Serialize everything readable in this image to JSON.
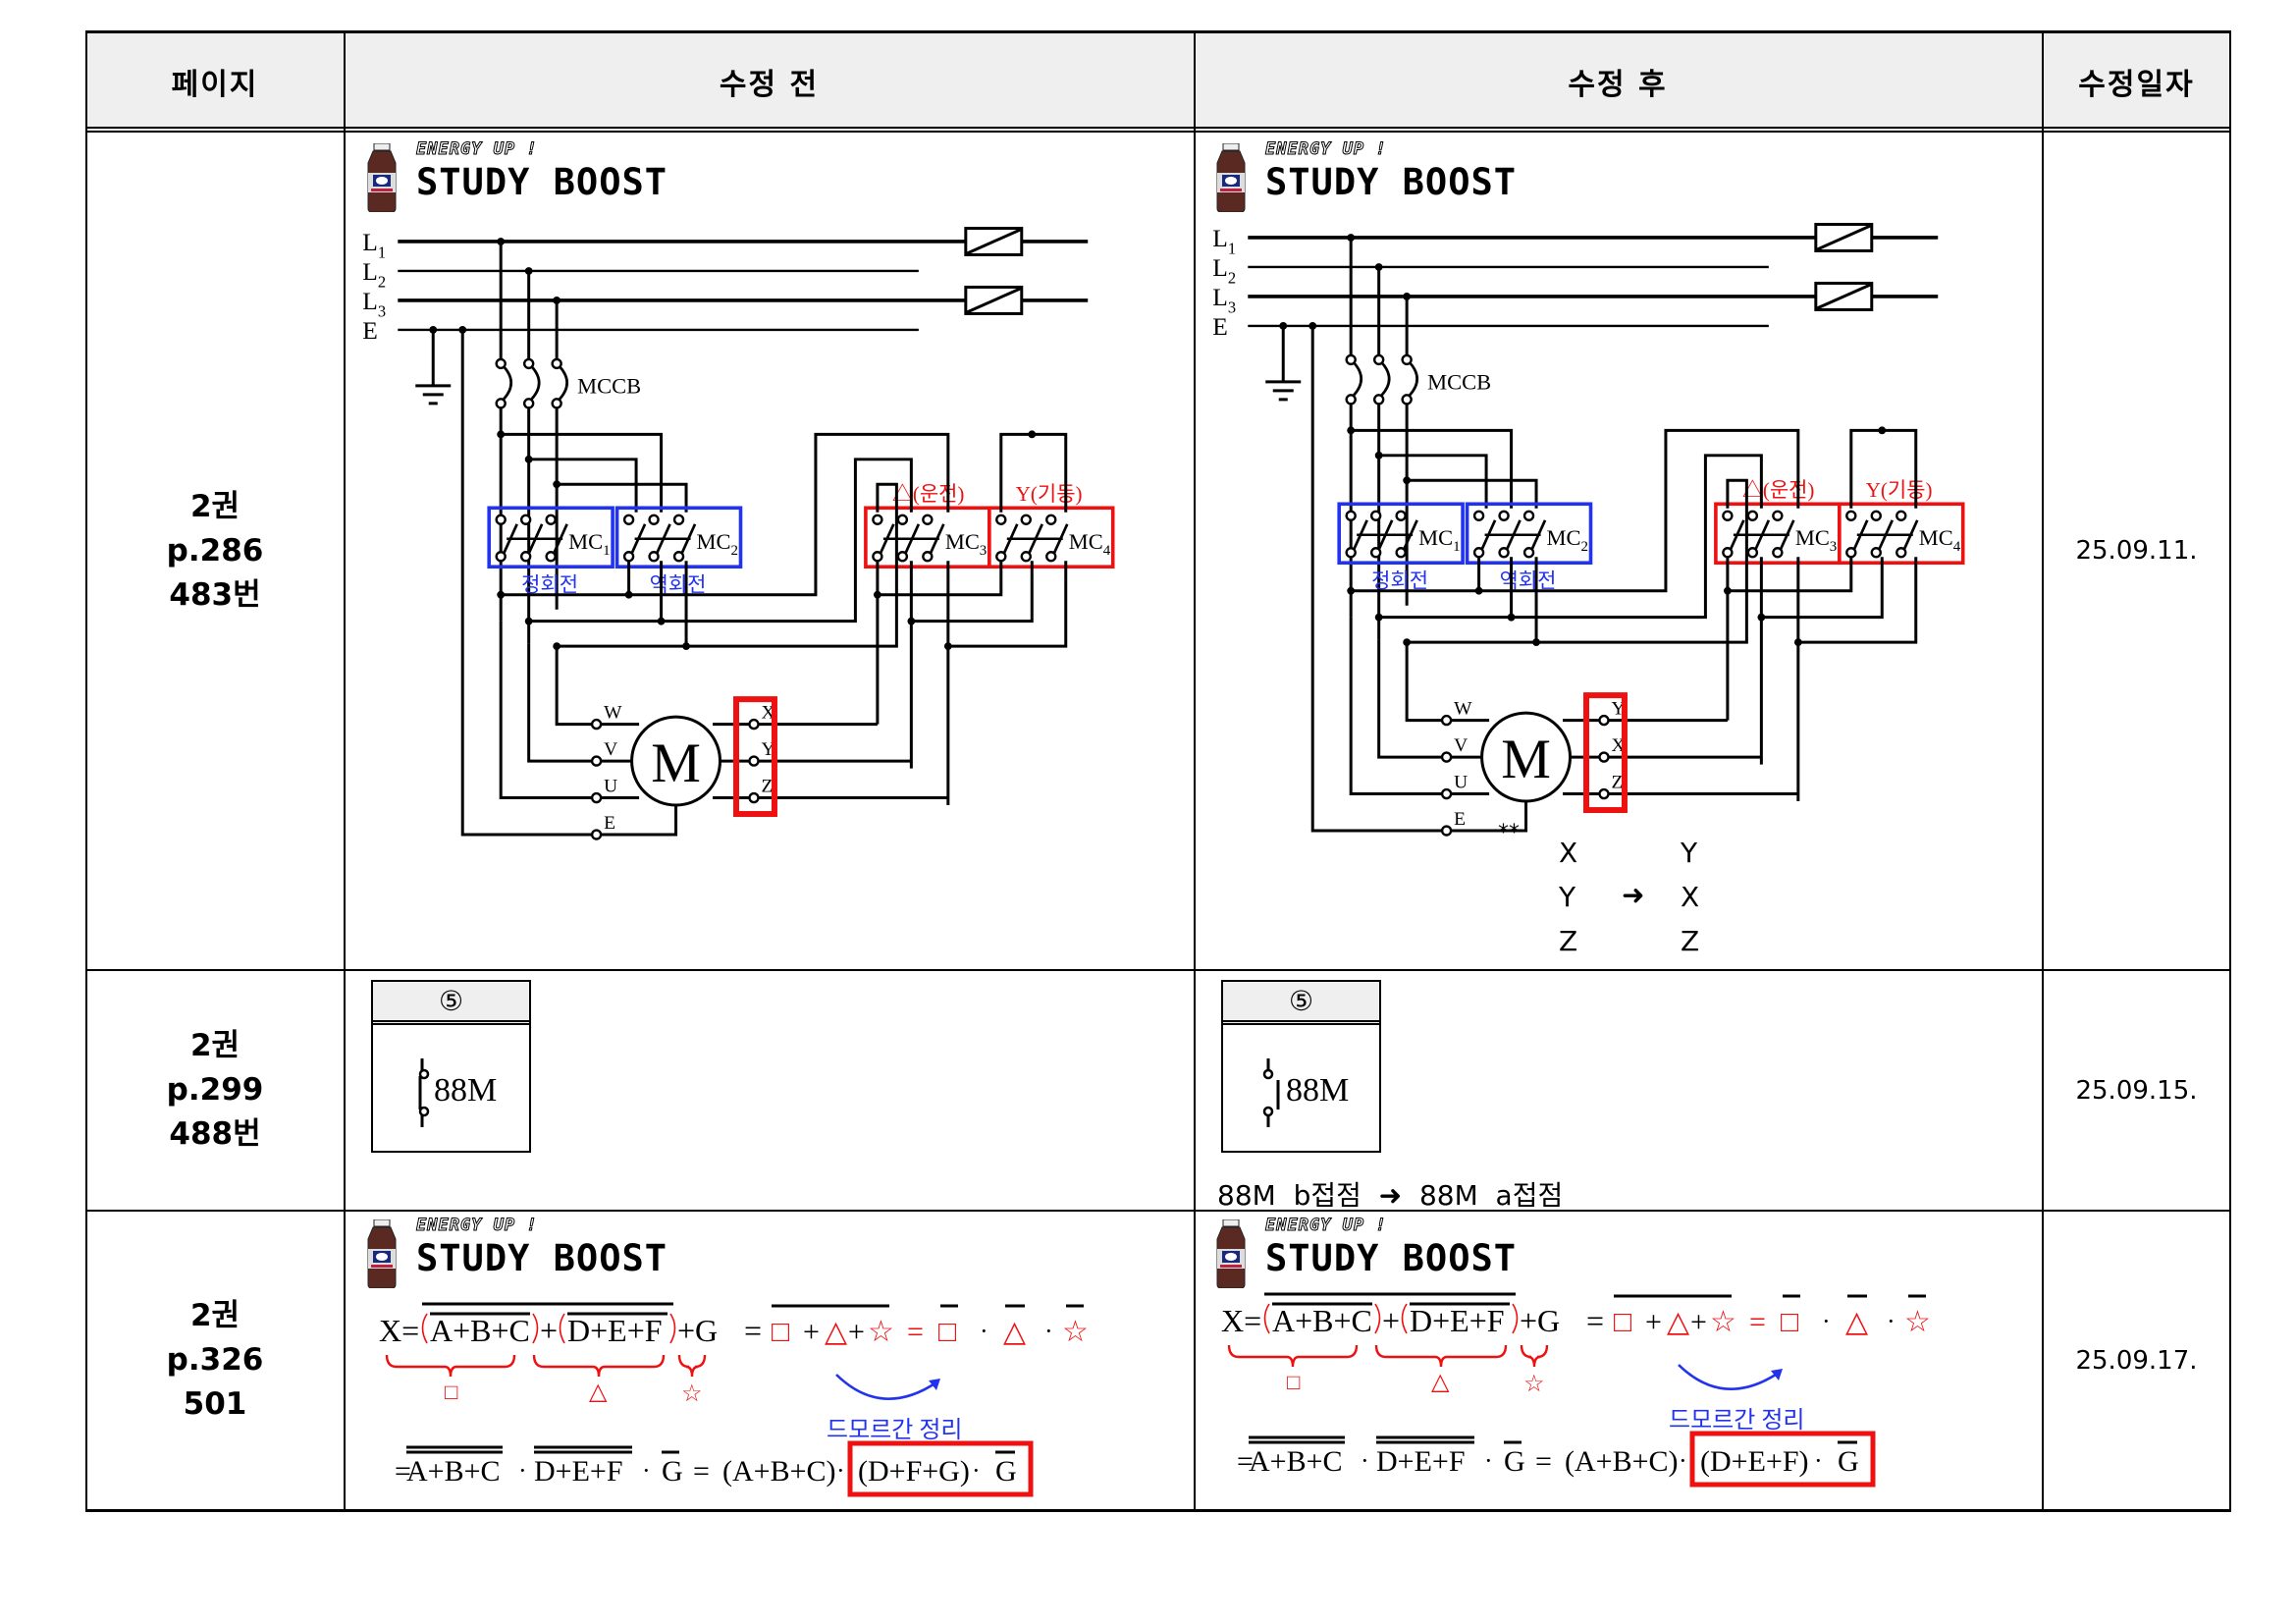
{
  "header": {
    "page": "페이지",
    "before": "수정 전",
    "after": "수정 후",
    "date": "수정일자"
  },
  "logo": {
    "tagline": "ENERGY UP !",
    "title": "STUDY BOOST"
  },
  "rows": [
    {
      "page": "2권\np.286\n483번",
      "date": "25.09.11.",
      "before": {
        "lines": [
          "L1",
          "L2",
          "L3",
          "E"
        ],
        "breaker_label": "MCCB",
        "contactors": [
          {
            "name": "MC1",
            "caption": "정회전",
            "color": "#2233ee"
          },
          {
            "name": "MC2",
            "caption": "역회전",
            "color": "#2233ee"
          },
          {
            "name": "MC3",
            "caption": "△(운전)",
            "color": "#ee1111"
          },
          {
            "name": "MC4",
            "caption": "Y(기동)",
            "color": "#ee1111"
          }
        ],
        "motor": "M",
        "left_terminals": [
          "W",
          "V",
          "U",
          "E"
        ],
        "right_terminals": [
          "X",
          "Y",
          "Z"
        ]
      },
      "after": {
        "lines": [
          "L1",
          "L2",
          "L3",
          "E"
        ],
        "breaker_label": "MCCB",
        "contactors": [
          {
            "name": "MC1",
            "caption": "정회전",
            "color": "#2233ee"
          },
          {
            "name": "MC2",
            "caption": "역회전",
            "color": "#2233ee"
          },
          {
            "name": "MC3",
            "caption": "△(운전)",
            "color": "#ee1111"
          },
          {
            "name": "MC4",
            "caption": "Y(기동)",
            "color": "#ee1111"
          }
        ],
        "motor": "M",
        "left_terminals": [
          "W",
          "V",
          "U",
          "E"
        ],
        "right_terminals": [
          "Y",
          "X",
          "Z"
        ],
        "note_marker": "**",
        "mapping_from": [
          "X",
          "Y",
          "Z"
        ],
        "mapping_arrow": "➜",
        "mapping_to": [
          "Y",
          "X",
          "Z"
        ]
      }
    },
    {
      "page": "2권\np.299\n488번",
      "date": "25.09.15.",
      "before": {
        "header": "⑤",
        "contact_label": "88M",
        "contact_type": "b"
      },
      "after": {
        "header": "⑤",
        "contact_label": "88M",
        "contact_type": "a",
        "note": "88M  b접점  ➜  88M  a접점"
      }
    },
    {
      "page": "2권\np.326\n501",
      "date": "25.09.17.",
      "before": {
        "line1": {
          "lhs": "X=",
          "g1": "A+B+C",
          "plus1": "+",
          "g2": "D+E+F",
          "tail": "+G",
          "eq1": "=",
          "sym_sq": "□",
          "sym_tri": "△",
          "sym_star": "☆",
          "plus": "+",
          "eq2": "=",
          "dot": "·"
        },
        "braces": [
          "□",
          "△",
          "☆"
        ],
        "demorgan": "드모르간 정리",
        "line2": {
          "start": "=",
          "t1": "A+B+C",
          "dot": "·",
          "t2": "D+E+F",
          "t3": "G",
          "eq": "=",
          "r1": "(A+B+C)",
          "boxed": "(D+F+G)",
          "boxed_tail": "G"
        }
      },
      "after": {
        "line1": {
          "lhs": "X=",
          "g1": "A+B+C",
          "plus1": "+",
          "g2": "D+E+F",
          "tail": "+G",
          "eq1": "=",
          "sym_sq": "□",
          "sym_tri": "△",
          "sym_star": "☆",
          "plus": "+",
          "eq2": "=",
          "dot": "·"
        },
        "braces": [
          "□",
          "△",
          "☆"
        ],
        "demorgan": "드모르간 정리",
        "line2": {
          "start": "=",
          "t1": "A+B+C",
          "dot": "·",
          "t2": "D+E+F",
          "t3": "G",
          "eq": "=",
          "r1": "(A+B+C)",
          "boxed": "(D+E+F)",
          "boxed_tail": "G"
        }
      }
    }
  ],
  "colors": {
    "red": "#ee1111",
    "blue": "#2233ee",
    "header_bg": "#efefef",
    "bottle": "#5a2a22"
  }
}
